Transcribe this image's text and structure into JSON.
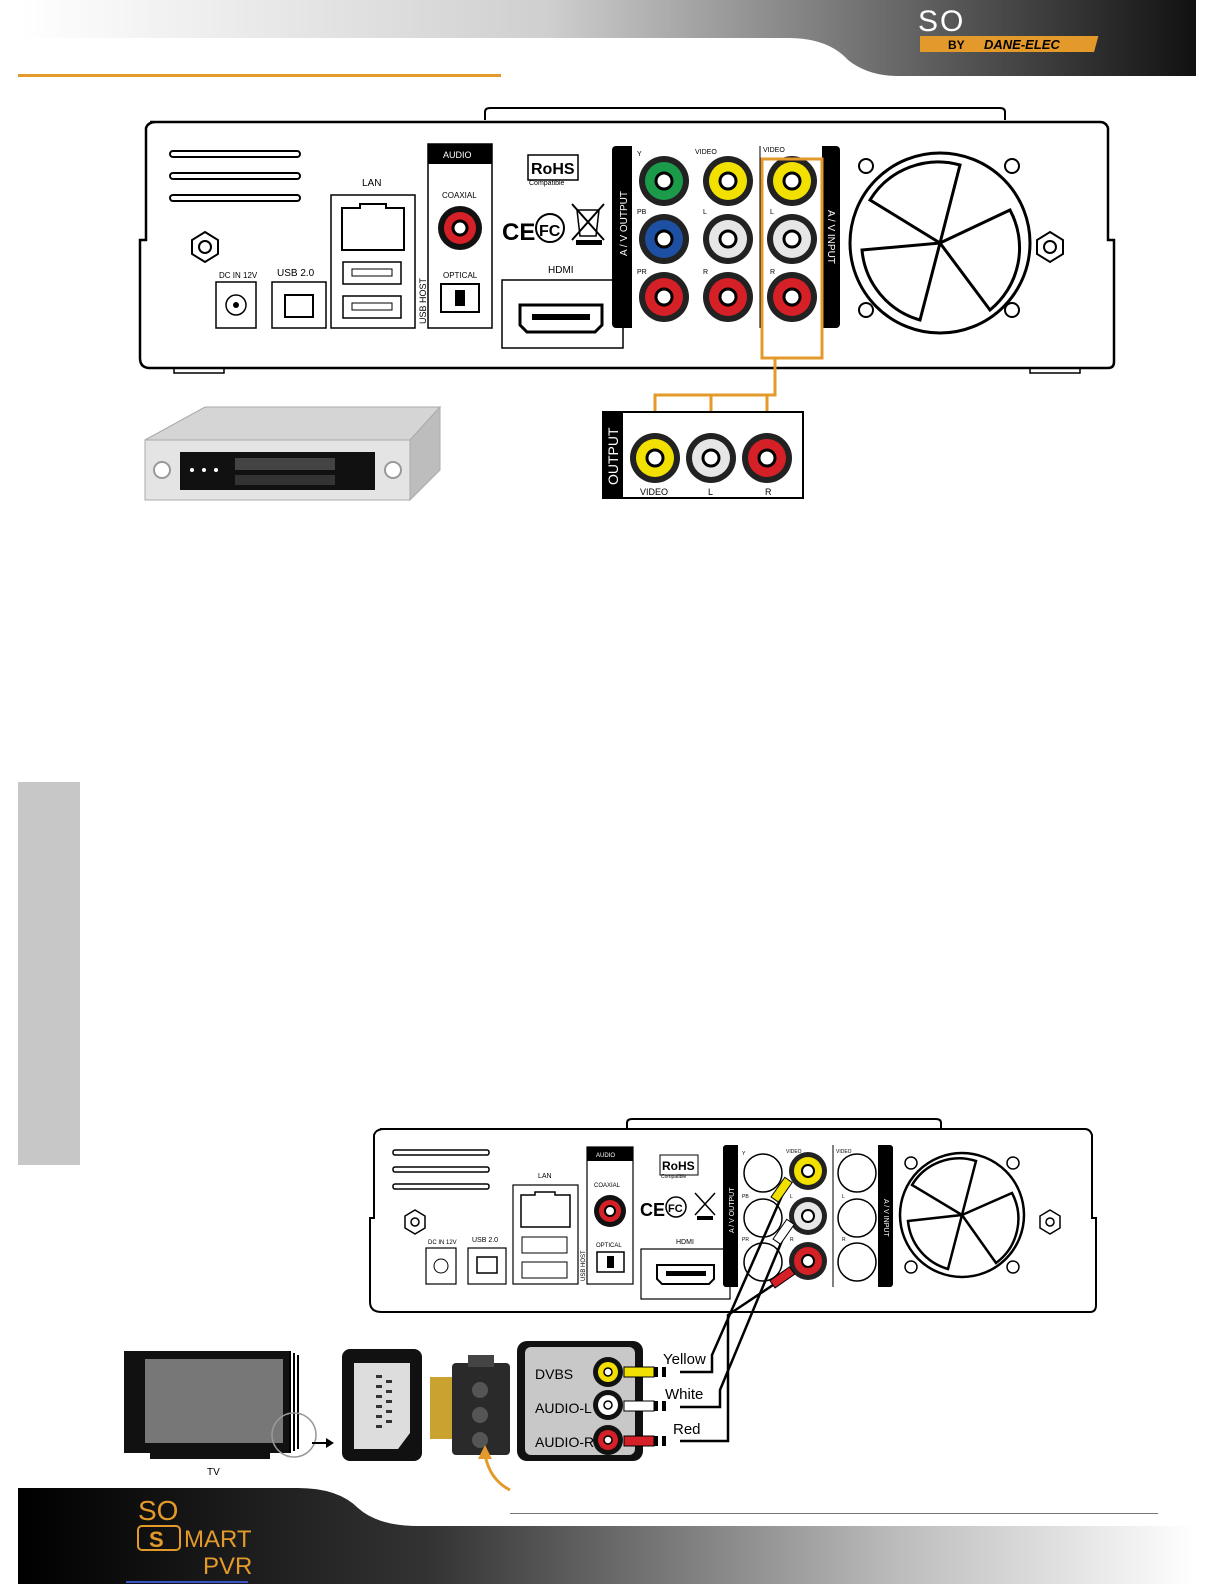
{
  "brand": {
    "top_logo_so": "SO",
    "top_logo_by": "BY",
    "top_logo_maker": "DANE-ELEC",
    "footer_logo_so": "SO",
    "footer_logo_s": "S",
    "footer_logo_mart": "MART",
    "footer_logo_pvr": "PVR",
    "accent_color": "#e39a2a"
  },
  "panel": {
    "dc_in": "DC IN 12V",
    "usb": "USB 2.0",
    "lan": "LAN",
    "usb_host": "USB HOST",
    "audio": "AUDIO",
    "coaxial": "COAXIAL",
    "optical": "OPTICAL",
    "rohs": "RoHS",
    "rohs_sub": "Compatible",
    "ce": "CE",
    "fc": "FC",
    "hdmi": "HDMI",
    "av_output": "A / V OUTPUT",
    "av_input": "A / V INPUT",
    "y": "Y",
    "pb": "PB",
    "pr": "PR",
    "video": "VIDEO",
    "l": "L",
    "r": "R"
  },
  "figure1": {
    "output": "OUTPUT",
    "video": "VIDEO",
    "l": "L",
    "r": "R"
  },
  "figure2": {
    "dvbs": "DVBS",
    "audio_l": "AUDIO-L",
    "audio_r": "AUDIO-R",
    "yellow": "Yellow",
    "white": "White",
    "red": "Red",
    "tv": "TV"
  }
}
